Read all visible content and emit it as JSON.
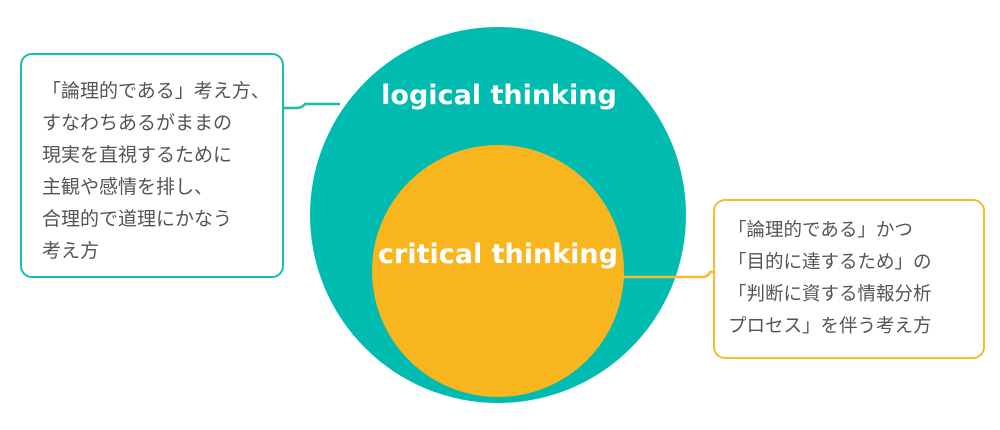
{
  "diagram": {
    "outer_label": "logical thinking",
    "inner_label": "critical thinking",
    "left_callout": "「論理的である」考え方、\nすなわちあるがままの\n現実を直視するために\n主観や感情を排し、\n合理的で道理にかなう\n考え方",
    "right_callout": "「論理的である」かつ\n「目的に達するため」の\n「判断に資する情報分析\nプロセス」を伴う考え方",
    "colors": {
      "outer_circle": "#00bcb0",
      "inner_circle": "#f9b51e",
      "left_border": "#17bdb1",
      "right_border": "#f7bc2a"
    }
  }
}
